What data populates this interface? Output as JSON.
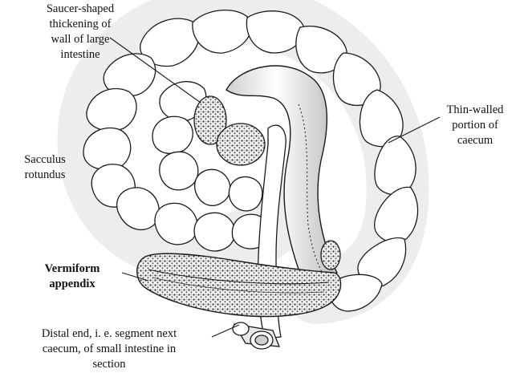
{
  "labels": {
    "saucer": [
      "Saucer-shaped",
      "thickening of",
      "wall of large",
      "intestine"
    ],
    "thin_walled": [
      "Thin-walled",
      "portion of",
      "caecum"
    ],
    "sacculus": [
      "Sacculus",
      "rotundus"
    ],
    "vermiform": [
      "Vermiform",
      "appendix"
    ],
    "distal": [
      "Distal end, i. e. segment next",
      "caecum, of small intestine in",
      "section"
    ]
  },
  "colors": {
    "ink": "#1a1a1a",
    "paper": "#ffffff",
    "shade": "#d9d9d9"
  }
}
